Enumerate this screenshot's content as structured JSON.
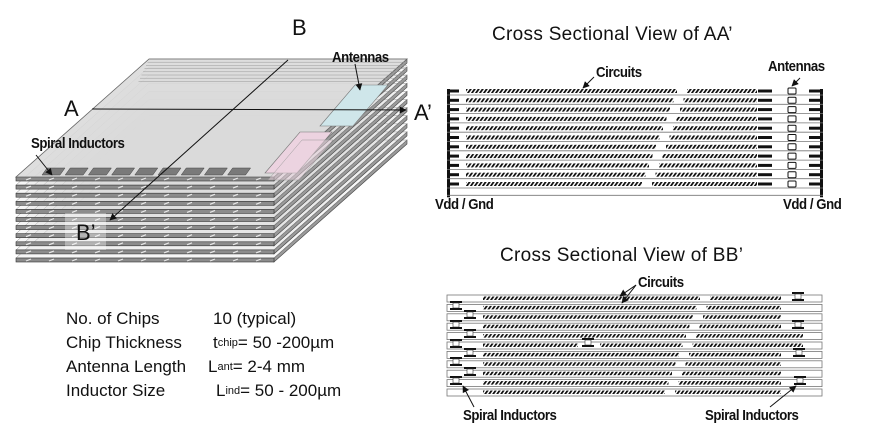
{
  "stack_3d": {
    "label_a": "A",
    "label_a_prime": "A’",
    "label_b": "B",
    "label_b_prime": "B’",
    "label_antennas": "Antennas",
    "label_spiral_inductors": "Spiral Inductors",
    "chip_count_drawn": 10,
    "inductor_count_drawn": 9
  },
  "specs": [
    {
      "key": "No. of Chips",
      "sym": "",
      "sub": "",
      "value": "10  (typical)"
    },
    {
      "key": "Chip Thickness",
      "sym": "t",
      "sub": "chip",
      "value": "= 50 -200µm"
    },
    {
      "key": "Antenna Length",
      "sym": "L",
      "sub": "ant",
      "value": "= 2-4 mm"
    },
    {
      "key": "Inductor Size",
      "sym": "L",
      "sub": "ind",
      "value": "= 50 - 200µm"
    }
  ],
  "view_aa": {
    "title": "Cross Sectional View of AA’",
    "label_circuits": "Circuits",
    "label_antennas": "Antennas",
    "label_vdd_left": "Vdd / Gnd",
    "label_vdd_right": "Vdd / Gnd"
  },
  "view_bb": {
    "title": "Cross Sectional View of BB’",
    "label_circuits": "Circuits",
    "label_inductors_left": "Spiral Inductors",
    "label_inductors_right": "Spiral Inductors"
  },
  "colors": {
    "chip_side": "#8c8c8c",
    "chip_top": "#dcdcdc",
    "antenna_blue": "#cfe6ea",
    "antenna_pink": "#ecd3e0",
    "inductor": "#7a7a7a"
  }
}
